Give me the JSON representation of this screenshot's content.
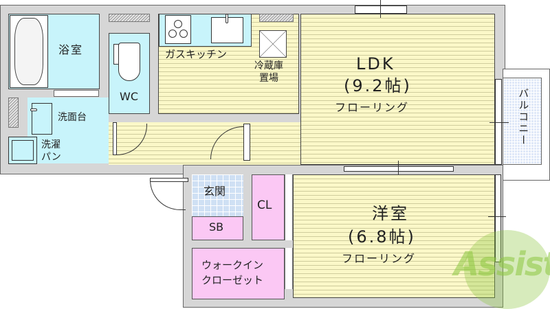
{
  "floorplan": {
    "rooms": {
      "bathroom": {
        "label": "浴室"
      },
      "toilet": {
        "label": "WC"
      },
      "washbasin": {
        "label": "洗面台"
      },
      "laundry_pan": {
        "label_line1": "洗濯",
        "label_line2": "パン"
      },
      "kitchen": {
        "label": "ガスキッチン"
      },
      "fridge_space": {
        "label_line1": "冷蔵庫",
        "label_line2": "置場"
      },
      "ldk": {
        "name": "LDK",
        "size": "(9.2帖)",
        "floor": "フローリング"
      },
      "balcony": {
        "label": "バルコニー"
      },
      "entrance": {
        "label": "玄関"
      },
      "shoebox": {
        "label": "SB"
      },
      "closet": {
        "label": "CL"
      },
      "walk_in_closet": {
        "label_line1": "ウォークイン",
        "label_line2": "クローゼット"
      },
      "western_room": {
        "name": "洋室",
        "size": "(6.8帖)",
        "floor": "フローリング"
      }
    },
    "watermark": {
      "text": "Assist",
      "color": "#8cc63f",
      "accent": "#e05050"
    },
    "colors": {
      "floor": "#fbf8c8",
      "wet_area": "#c8f4fb",
      "storage": "#fbc8f4",
      "tile": "#cfe0f4",
      "wall": "#d6d6d6"
    }
  }
}
